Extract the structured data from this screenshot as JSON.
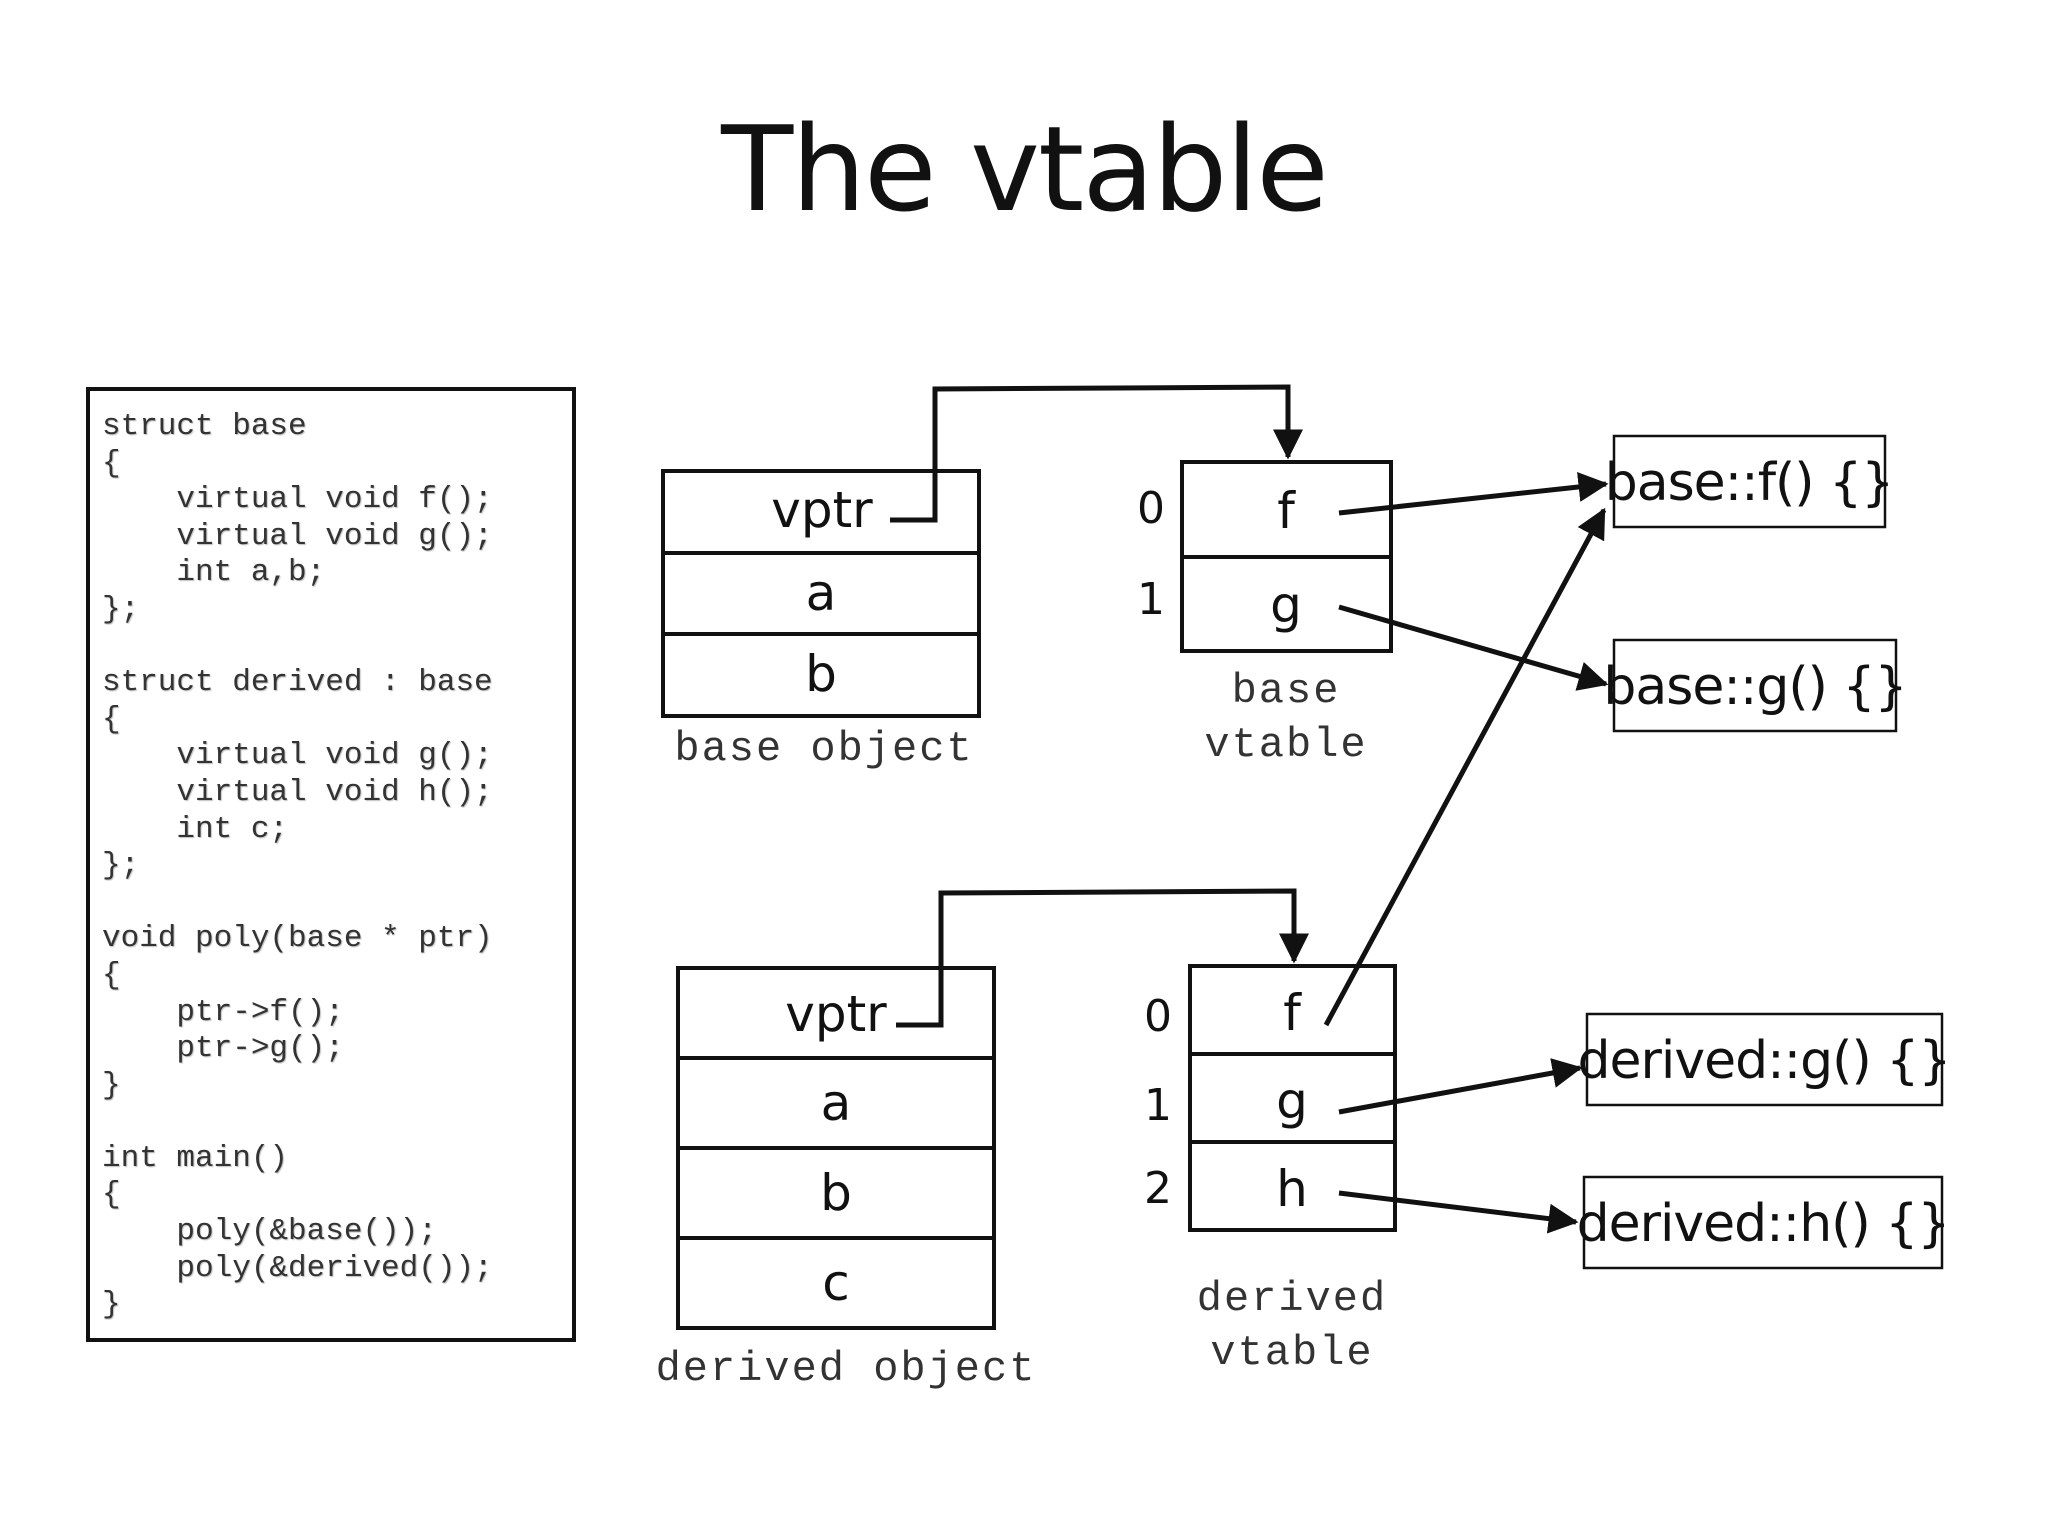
{
  "title": "The vtable",
  "code_lines": [
    "struct base",
    "{",
    "    virtual void f();",
    "    virtual void g();",
    "    int a,b;",
    "};",
    "",
    "struct derived : base",
    "{",
    "    virtual void g();",
    "    virtual void h();",
    "    int c;",
    "};",
    "",
    "void poly(base * ptr)",
    "{",
    "    ptr->f();",
    "    ptr->g();",
    "}",
    "",
    "int main()",
    "{",
    "    poly(&base());",
    "    poly(&derived());",
    "}"
  ],
  "base_object": {
    "fields": [
      "vptr",
      "a",
      "b"
    ],
    "caption": "base object"
  },
  "base_vtable": {
    "indices": [
      "0",
      "1"
    ],
    "entries": [
      "f",
      "g"
    ],
    "caption_line1": "base",
    "caption_line2": "vtable"
  },
  "derived_object": {
    "fields": [
      "vptr",
      "a",
      "b",
      "c"
    ],
    "caption": "derived object"
  },
  "derived_vtable": {
    "indices": [
      "0",
      "1",
      "2"
    ],
    "entries": [
      "f",
      "g",
      "h"
    ],
    "caption_line1": "derived",
    "caption_line2": "vtable"
  },
  "functions": {
    "base_f": "base::f() {}",
    "base_g": "base::g() {}",
    "derived_g": "derived::g() {}",
    "derived_h": "derived::h() {}"
  }
}
